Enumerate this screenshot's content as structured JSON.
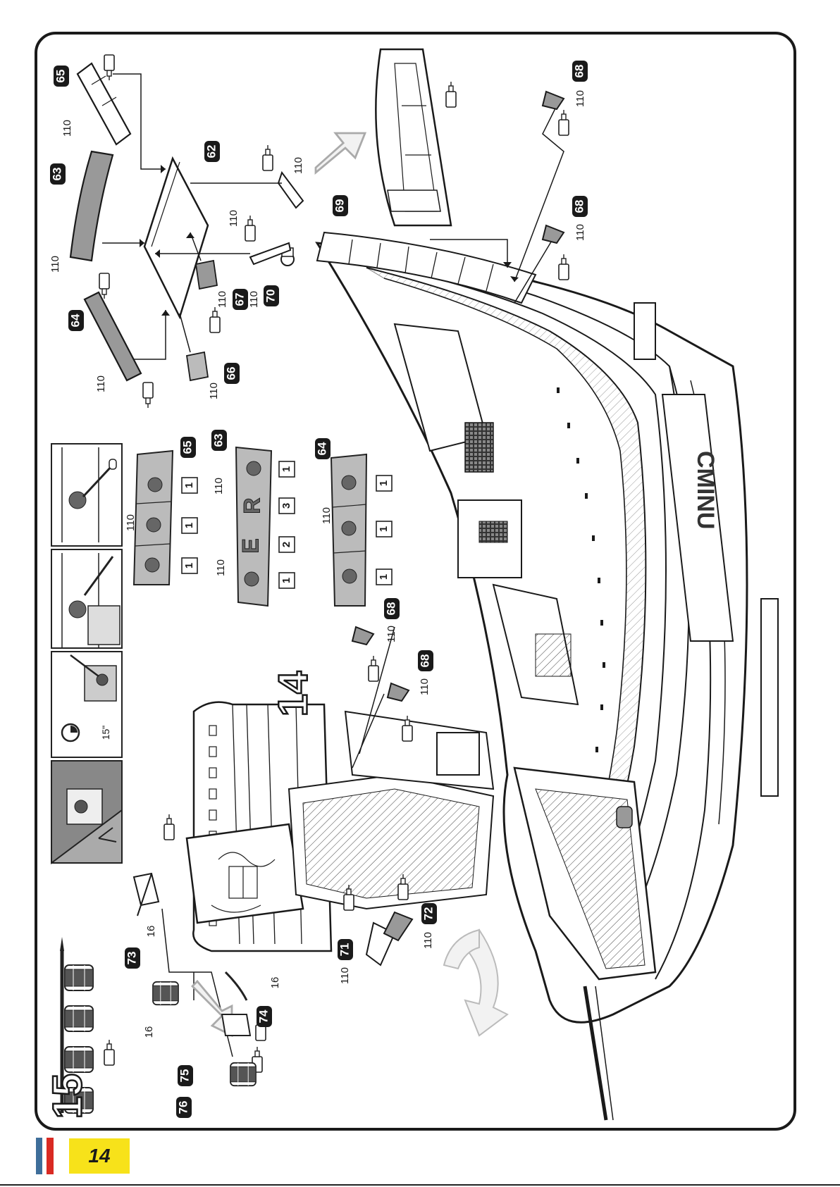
{
  "page": {
    "number": "14"
  },
  "steps": {
    "step14": "14",
    "step15": "15"
  },
  "timer": "15\"",
  "glue_code": "110",
  "paint_code": "16",
  "part_badges": [
    "65",
    "63",
    "64",
    "62",
    "66",
    "67",
    "70",
    "69",
    "68",
    "68",
    "68",
    "68",
    "71",
    "72",
    "73",
    "74",
    "75",
    "76"
  ],
  "panels": {
    "p65": {
      "badge": "65",
      "counts": [
        "1",
        "1",
        "1"
      ],
      "glue": "110"
    },
    "p63": {
      "badge": "63",
      "counts": [
        "1",
        "2",
        "3",
        "1"
      ],
      "glue": "110",
      "letters": [
        "E",
        "R"
      ]
    },
    "p64": {
      "badge": "64",
      "counts": [
        "1",
        "1",
        "1"
      ],
      "glue": "110"
    }
  }
}
